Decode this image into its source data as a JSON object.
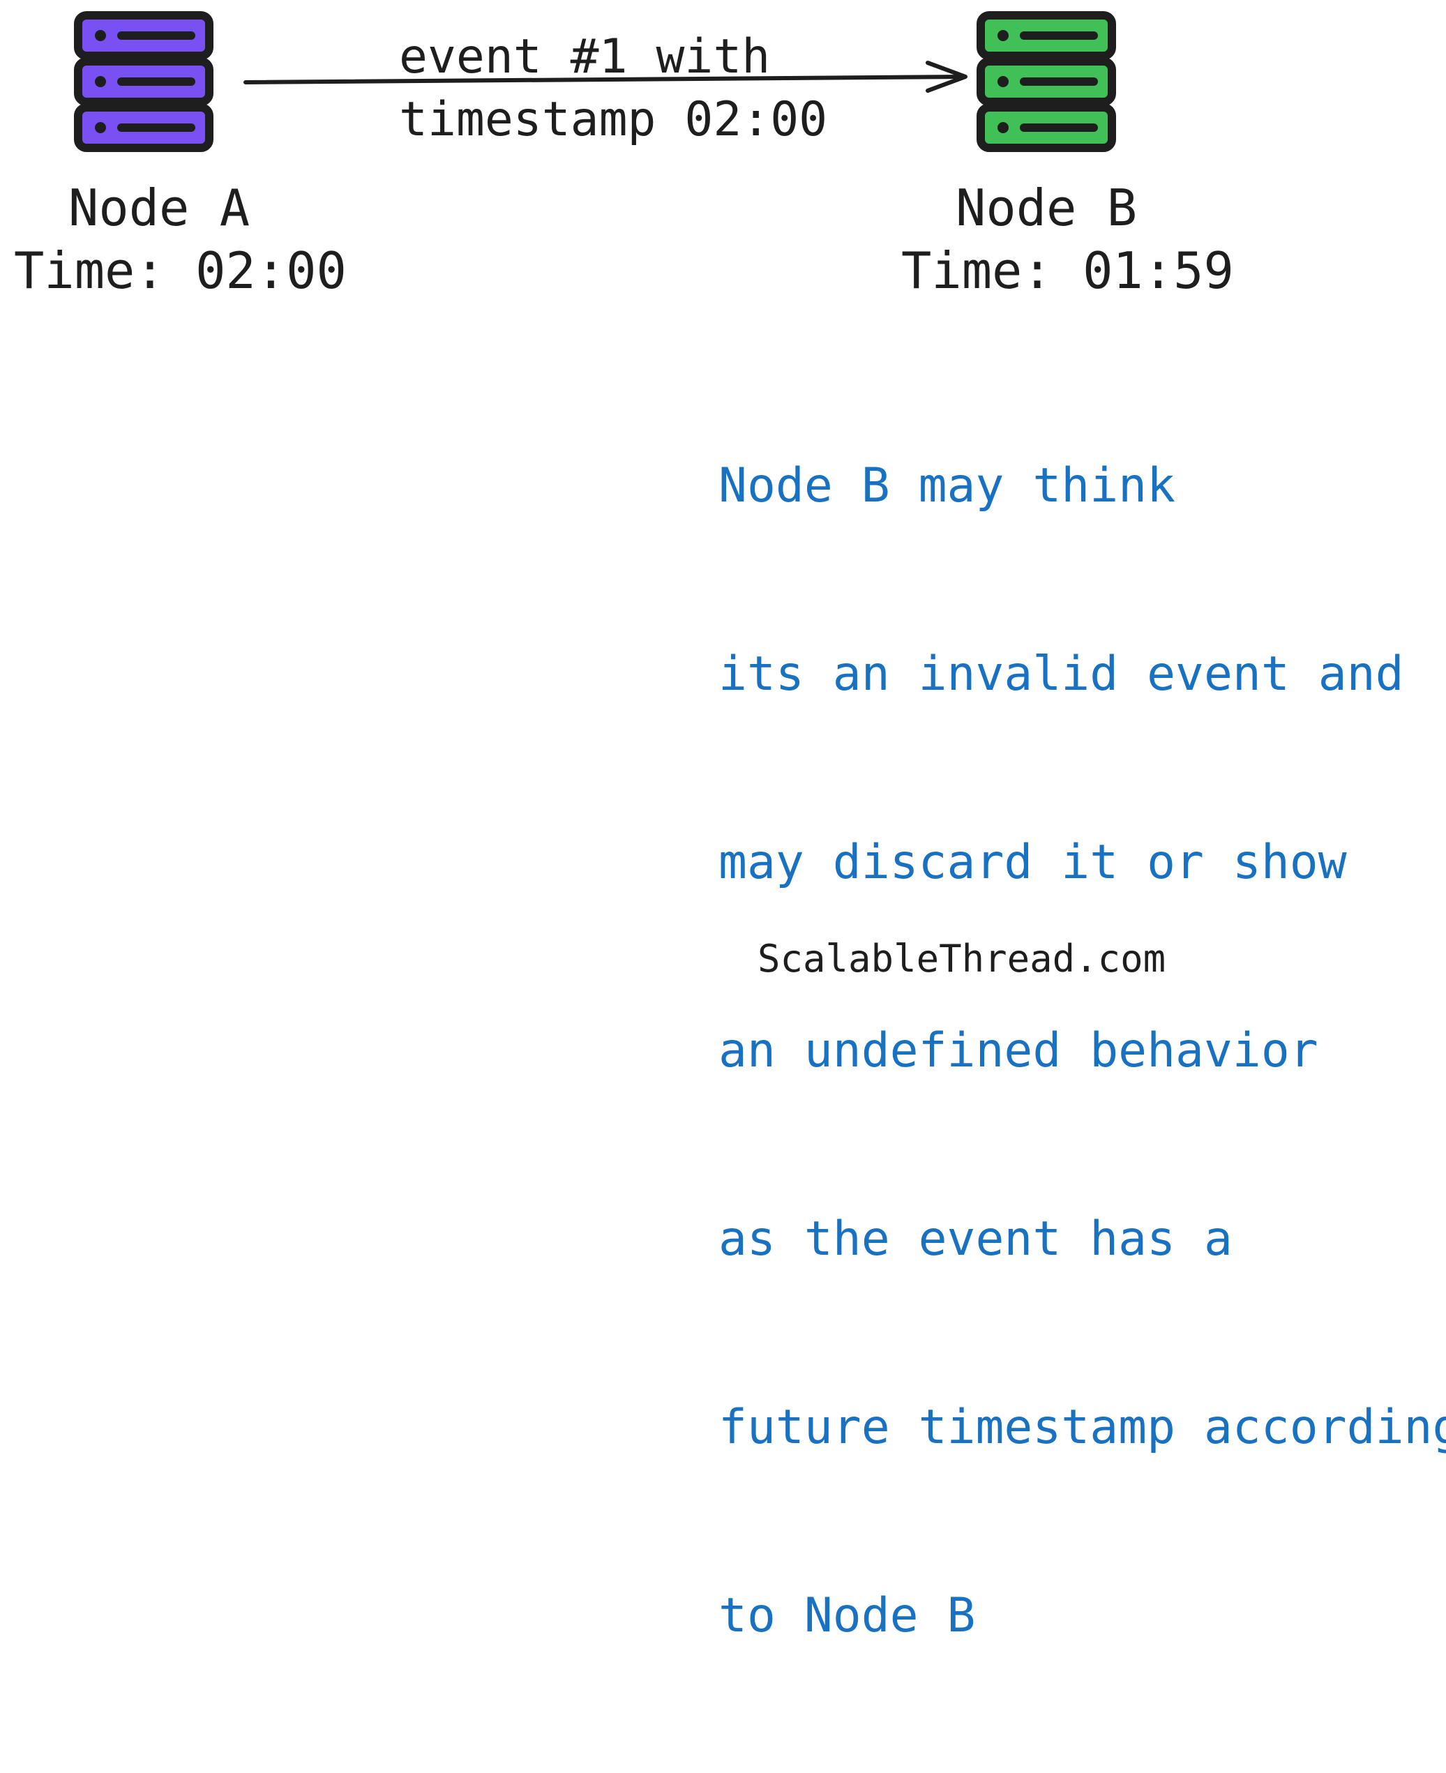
{
  "nodes": [
    {
      "name": "Node A",
      "time": "Time: 02:00",
      "color": "#7950f2"
    },
    {
      "name": "Node B",
      "time": "Time: 01:59",
      "color": "#40c057"
    }
  ],
  "arrow": {
    "line1": "event #1 with",
    "line2": "timestamp 02:00"
  },
  "note": {
    "color": "#1971c2",
    "lines": [
      "Node B may think",
      "its an invalid event and",
      "may discard it or show",
      "an undefined behavior",
      "as the event has a",
      "future timestamp according",
      "to Node B"
    ]
  },
  "footer": "ScalableThread.com",
  "icons": {
    "server": "server-stack-icon",
    "arrow": "arrow-right-icon"
  }
}
